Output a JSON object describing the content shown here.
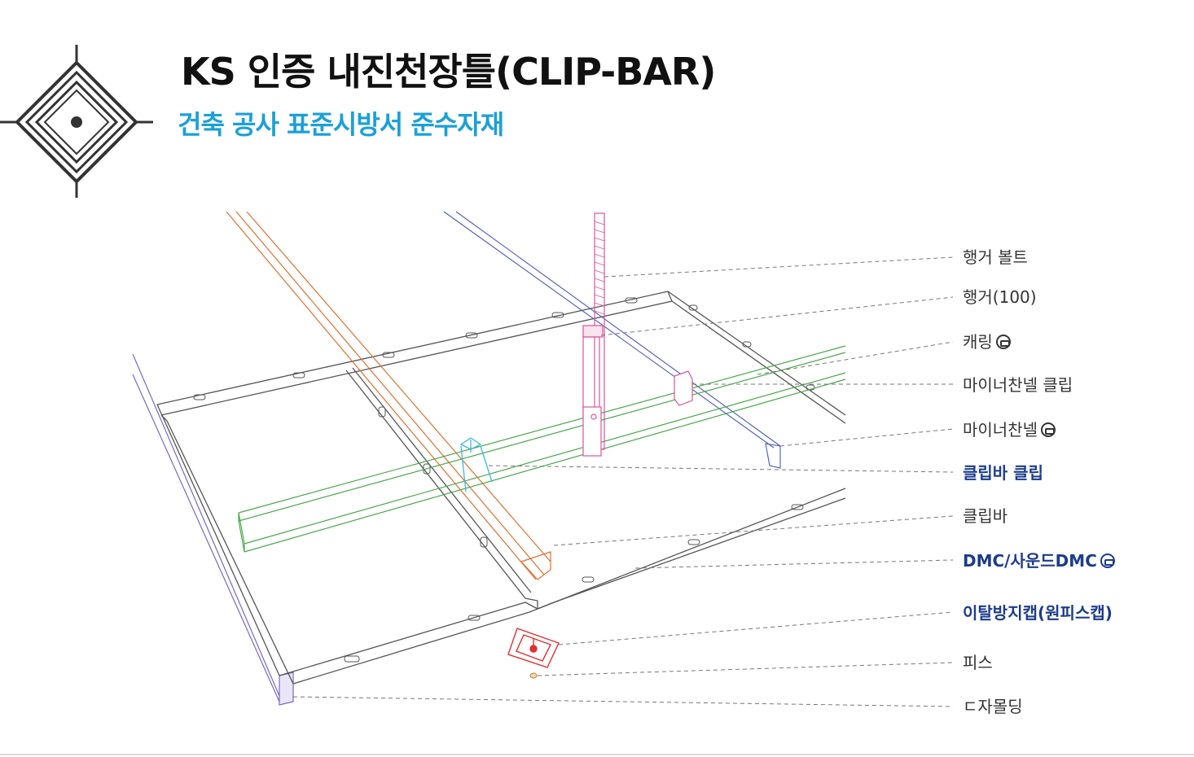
{
  "header": {
    "title": "KS 인증 내진천장틀(CLIP-BAR)",
    "subtitle": "건축 공사 표준시방서 준수자재"
  },
  "labels": [
    {
      "id": "hanger-bolt",
      "text": "행거 볼트",
      "ks": false,
      "highlight": false
    },
    {
      "id": "hanger",
      "text": "행거(100)",
      "ks": false,
      "highlight": false
    },
    {
      "id": "carrying",
      "text": "캐링",
      "ks": true,
      "highlight": false
    },
    {
      "id": "minor-channel-clip",
      "text": "마이너찬넬 클립",
      "ks": false,
      "highlight": false
    },
    {
      "id": "minor-channel",
      "text": "마이너찬넬",
      "ks": true,
      "highlight": false
    },
    {
      "id": "clip-bar-clip",
      "text": "클립바 클립",
      "ks": false,
      "highlight": true
    },
    {
      "id": "clip-bar",
      "text": "클립바",
      "ks": false,
      "highlight": false
    },
    {
      "id": "dmc",
      "text": "DMC/사운드DMC",
      "ks": true,
      "highlight": true
    },
    {
      "id": "anti-detach-cap",
      "text": "이탈방지캡(원피스캡)",
      "ks": false,
      "highlight": true
    },
    {
      "id": "screw",
      "text": "피스",
      "ks": false,
      "highlight": false
    },
    {
      "id": "c-molding",
      "text": "ㄷ자몰딩",
      "ks": false,
      "highlight": false
    }
  ],
  "colors": {
    "title": "#111111",
    "subtitle": "#1ba0d8",
    "highlight_label": "#1d3c8c",
    "hanger_bolt": "#d9559b",
    "carrying": "#4a5bbf",
    "minor_channel": "#4aa84a",
    "clip_bar_clip": "#3cb8e0",
    "clip_bar": "#e07030",
    "cap": "#e03030",
    "panel": "#555555",
    "molding": "#7a68c0"
  }
}
